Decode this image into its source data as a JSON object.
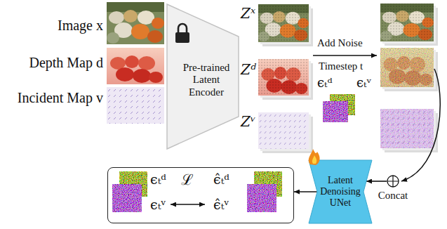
{
  "diagram": {
    "nodes": [
      {
        "text": [
          "Pre-trained Latent Encoder"
        ]
      },
      {
        "text": [
          "Concat"
        ]
      },
      {
        "text": [
          "Latent Denoising UNet"
        ]
      },
      {
        "text": [
          "ϵₜᵈ",
          "ϵₜᵛ",
          "ℒ",
          "ϵ̂ₜᵈ",
          "ϵ̂ₜᵛ"
        ]
      }
    ],
    "edges": [
      {
        "from": 1,
        "to": 2,
        "arrow": "to"
      },
      {
        "from": 2,
        "to": 3,
        "arrow": "to"
      }
    ],
    "labels": [
      "Image x",
      "Depth Map d",
      "Incident Map v",
      "Zˣ",
      "Zᵈ",
      "Zᵛ",
      "Add Noise",
      "Timestep t",
      "ϵₜᵈ",
      "ϵₜᵛ"
    ]
  }
}
